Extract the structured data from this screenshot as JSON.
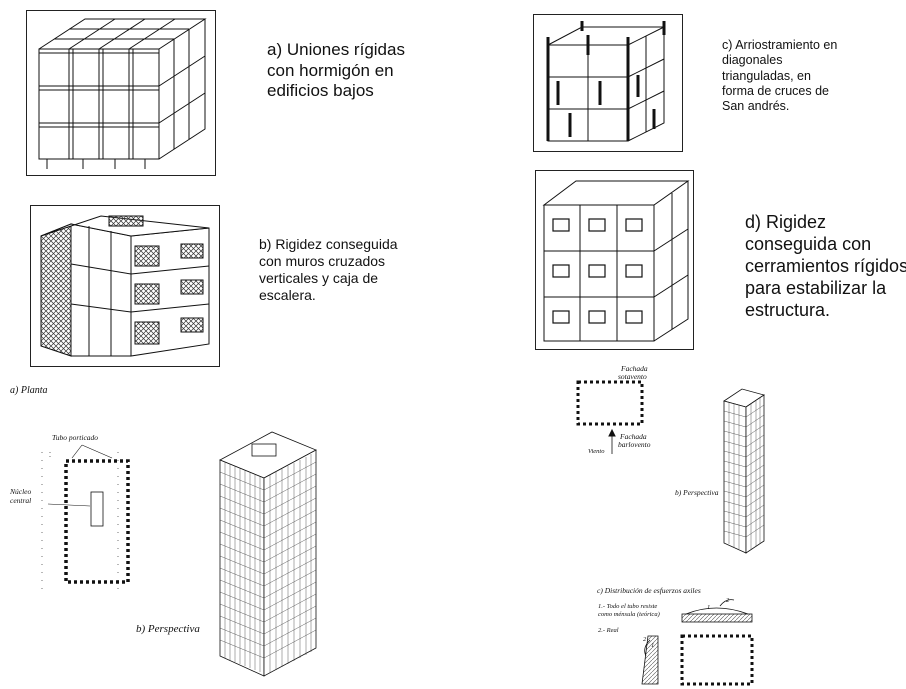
{
  "panel_a": {
    "caption_lines": [
      "a) Uniones rígidas",
      "con hormigón en",
      "edificios bajos"
    ]
  },
  "panel_b": {
    "caption_lines": [
      "b) Rigidez conseguida",
      "con muros cruzados",
      "verticales y caja de",
      "escalera."
    ]
  },
  "panel_c": {
    "caption_lines": [
      "c) Arriostramiento en",
      "diagonales",
      "trianguladas, en",
      "forma de cruces de",
      "San andrés."
    ]
  },
  "panel_d": {
    "caption_lines": [
      "d) Rigidez",
      "conseguida con",
      "cerramientos rígidos",
      "para estabilizar la",
      "estructura."
    ]
  },
  "tube_left": {
    "plan_title": "a) Planta",
    "tube_label": "Tubo porticado",
    "core_label_1": "Núcleo",
    "core_label_2": "central",
    "perspective_label": "b) Perspectiva"
  },
  "tube_right": {
    "facade_top_1": "Fachada",
    "facade_top_2": "sotavento",
    "facade_bottom_1": "Fachada",
    "facade_bottom_2": "barlovento",
    "wind_label": "Viento",
    "perspective_label": "b) Perspectiva",
    "axial_title": "c) Distribución de esfuerzos axiles",
    "case1_line1": "1.- Todo el tubo resiste",
    "case1_line2": "como ménsula (teórica)",
    "case2": "2.- Real",
    "mark_1": "1",
    "mark_2": "2"
  }
}
